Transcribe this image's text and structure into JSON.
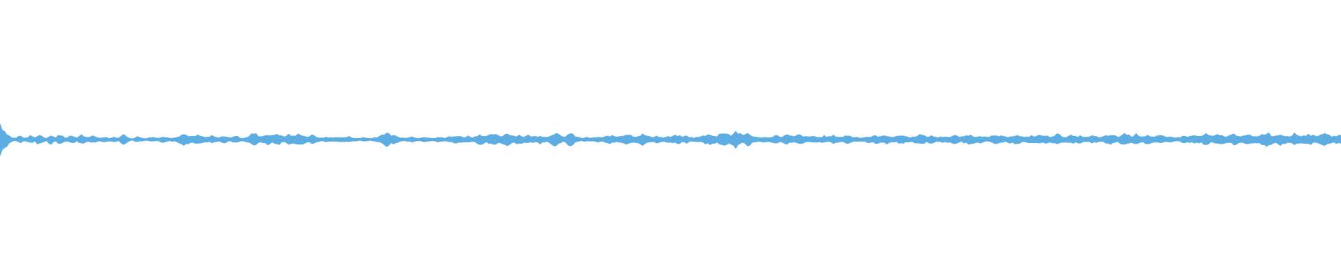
{
  "waveform": {
    "color": "#5dade2",
    "background": "#ffffff",
    "amplitude_scale": 1.0,
    "envelope": [
      0.95,
      0.7,
      0.5,
      0.35,
      0.22,
      0.12,
      0.08,
      0.1,
      0.18,
      0.2,
      0.12,
      0.08,
      0.15,
      0.2,
      0.18,
      0.1,
      0.22,
      0.26,
      0.2,
      0.12,
      0.08,
      0.2,
      0.25,
      0.16,
      0.1,
      0.22,
      0.28,
      0.22,
      0.12,
      0.1,
      0.18,
      0.2,
      0.16,
      0.1,
      0.22,
      0.26,
      0.2,
      0.12,
      0.1,
      0.16,
      0.22,
      0.18,
      0.12,
      0.08,
      0.12,
      0.16,
      0.12,
      0.08,
      0.1,
      0.14,
      0.1,
      0.08,
      0.26,
      0.28,
      0.2,
      0.12,
      0.08,
      0.06,
      0.1,
      0.16,
      0.12,
      0.1,
      0.08,
      0.06,
      0.1,
      0.14,
      0.12,
      0.1,
      0.08,
      0.14,
      0.16,
      0.12,
      0.1,
      0.08,
      0.1,
      0.12,
      0.16,
      0.22,
      0.28,
      0.3,
      0.26,
      0.22,
      0.18,
      0.16,
      0.2,
      0.24,
      0.2,
      0.16,
      0.12,
      0.14,
      0.16,
      0.2,
      0.16,
      0.12,
      0.1,
      0.14,
      0.22,
      0.16,
      0.12,
      0.1,
      0.16,
      0.22,
      0.16,
      0.12,
      0.08,
      0.1,
      0.14,
      0.18,
      0.3,
      0.36,
      0.3,
      0.22,
      0.18,
      0.2,
      0.26,
      0.3,
      0.24,
      0.2,
      0.28,
      0.34,
      0.28,
      0.2,
      0.16,
      0.22,
      0.3,
      0.24,
      0.18,
      0.22,
      0.3,
      0.34,
      0.26,
      0.18,
      0.16,
      0.2,
      0.24,
      0.2,
      0.14,
      0.12,
      0.08,
      0.1,
      0.14,
      0.12,
      0.1,
      0.1,
      0.12,
      0.14,
      0.12,
      0.1,
      0.12,
      0.14,
      0.16,
      0.12,
      0.1,
      0.08,
      0.06,
      0.08,
      0.12,
      0.1,
      0.08,
      0.06,
      0.08,
      0.12,
      0.14,
      0.2,
      0.26,
      0.34,
      0.4,
      0.3,
      0.26,
      0.22,
      0.18,
      0.14,
      0.12,
      0.1,
      0.08,
      0.1,
      0.12,
      0.16,
      0.14,
      0.1,
      0.08,
      0.1,
      0.12,
      0.14,
      0.12,
      0.1,
      0.08,
      0.1,
      0.14,
      0.12,
      0.1,
      0.08,
      0.12,
      0.16,
      0.14,
      0.18,
      0.22,
      0.2,
      0.16,
      0.14,
      0.16,
      0.2,
      0.16,
      0.12,
      0.16,
      0.24,
      0.3,
      0.26,
      0.2,
      0.18,
      0.22,
      0.26,
      0.32,
      0.26,
      0.2,
      0.18,
      0.24,
      0.3,
      0.36,
      0.3,
      0.24,
      0.2,
      0.22,
      0.26,
      0.2,
      0.16,
      0.2,
      0.24,
      0.2,
      0.16,
      0.18,
      0.2,
      0.22,
      0.2,
      0.16,
      0.14,
      0.2,
      0.3,
      0.38,
      0.34,
      0.26,
      0.18,
      0.14,
      0.2,
      0.3,
      0.34,
      0.28,
      0.2,
      0.14,
      0.1,
      0.08,
      0.1,
      0.12,
      0.1,
      0.08,
      0.1,
      0.12,
      0.14,
      0.12,
      0.1,
      0.16,
      0.2,
      0.22,
      0.2,
      0.18,
      0.16,
      0.2,
      0.22,
      0.26,
      0.3,
      0.28,
      0.24,
      0.2,
      0.18,
      0.2,
      0.26,
      0.3,
      0.26,
      0.2,
      0.16,
      0.14,
      0.18,
      0.2,
      0.16,
      0.12,
      0.1,
      0.14,
      0.16,
      0.14,
      0.18,
      0.22,
      0.24,
      0.2,
      0.16,
      0.18,
      0.2,
      0.14,
      0.12,
      0.1,
      0.12,
      0.14,
      0.16,
      0.2,
      0.24,
      0.28,
      0.3,
      0.26,
      0.2,
      0.16,
      0.3,
      0.38,
      0.42,
      0.36,
      0.3,
      0.24,
      0.36,
      0.46,
      0.38,
      0.3,
      0.22,
      0.3,
      0.36,
      0.3,
      0.22,
      0.16,
      0.12,
      0.1,
      0.12,
      0.14,
      0.12,
      0.1,
      0.14,
      0.2,
      0.24,
      0.2,
      0.16,
      0.18,
      0.22,
      0.26,
      0.22,
      0.18,
      0.16,
      0.22,
      0.26,
      0.24,
      0.2,
      0.16,
      0.14,
      0.16,
      0.2,
      0.18,
      0.14,
      0.12,
      0.16,
      0.2,
      0.18,
      0.16,
      0.18,
      0.22,
      0.2,
      0.16,
      0.14,
      0.16,
      0.2,
      0.24,
      0.2,
      0.16,
      0.12,
      0.14,
      0.12,
      0.1,
      0.12,
      0.14,
      0.16,
      0.14,
      0.18,
      0.22,
      0.2,
      0.16,
      0.18,
      0.22,
      0.24,
      0.2,
      0.16,
      0.14,
      0.16,
      0.22,
      0.26,
      0.22,
      0.18,
      0.14,
      0.12,
      0.14,
      0.2,
      0.24,
      0.28,
      0.24,
      0.2,
      0.16,
      0.18,
      0.2,
      0.18,
      0.14,
      0.12,
      0.14,
      0.16,
      0.18,
      0.16,
      0.14,
      0.18,
      0.22,
      0.2,
      0.16,
      0.14,
      0.18,
      0.22,
      0.28,
      0.24,
      0.2,
      0.16,
      0.2,
      0.22,
      0.2,
      0.16,
      0.12,
      0.14,
      0.18,
      0.2,
      0.22,
      0.2,
      0.18,
      0.16,
      0.14,
      0.16,
      0.2,
      0.22,
      0.24,
      0.22,
      0.2,
      0.16,
      0.12,
      0.14,
      0.18,
      0.22,
      0.2,
      0.18,
      0.22,
      0.26,
      0.22,
      0.2,
      0.18,
      0.16,
      0.2,
      0.26,
      0.3,
      0.26,
      0.2,
      0.16,
      0.14,
      0.18,
      0.22,
      0.2,
      0.16,
      0.18,
      0.2,
      0.18,
      0.14,
      0.12,
      0.16,
      0.2,
      0.18,
      0.16,
      0.14,
      0.12,
      0.16,
      0.2,
      0.22,
      0.26,
      0.24,
      0.2,
      0.16,
      0.2,
      0.26,
      0.36,
      0.3,
      0.24,
      0.2,
      0.24,
      0.3,
      0.26,
      0.2,
      0.18,
      0.22,
      0.26,
      0.2,
      0.16,
      0.14,
      0.18,
      0.22,
      0.2,
      0.16,
      0.12,
      0.14,
      0.16,
      0.14,
      0.12,
      0.1,
      0.14,
      0.18,
      0.2,
      0.18,
      0.16,
      0.2,
      0.24,
      0.2,
      0.18,
      0.2,
      0.26,
      0.3,
      0.26,
      0.2,
      0.18,
      0.22,
      0.26,
      0.24,
      0.22,
      0.2,
      0.18,
      0.22,
      0.26,
      0.3,
      0.28,
      0.24,
      0.2,
      0.18,
      0.22,
      0.26,
      0.22,
      0.18,
      0.16,
      0.2,
      0.24,
      0.28,
      0.34,
      0.4,
      0.34,
      0.26,
      0.2,
      0.22,
      0.26,
      0.3,
      0.26,
      0.22,
      0.2,
      0.22,
      0.28,
      0.32,
      0.28,
      0.24,
      0.2,
      0.22,
      0.26,
      0.3,
      0.26,
      0.22,
      0.2,
      0.24,
      0.32,
      0.36,
      0.3,
      0.24,
      0.22,
      0.2,
      0.18,
      0.22,
      0.24,
      0.2
    ]
  }
}
